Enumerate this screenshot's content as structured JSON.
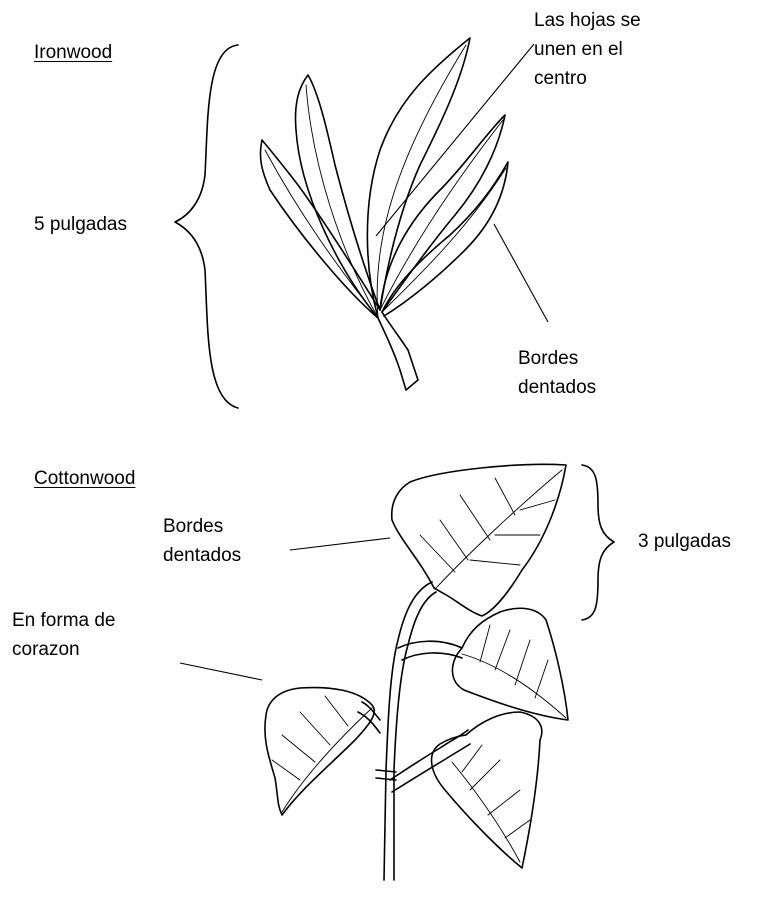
{
  "ironwood": {
    "title": "Ironwood",
    "size_label": "5 pulgadas",
    "join_label": "Las hojas se\nunen en el\ncentro",
    "edge_label": "Bordes\ndentados"
  },
  "cottonwood": {
    "title": "Cottonwood",
    "size_label": "3 pulgadas",
    "edge_label": "Bordes\ndentados",
    "shape_label": "En forma de\ncorazon"
  }
}
